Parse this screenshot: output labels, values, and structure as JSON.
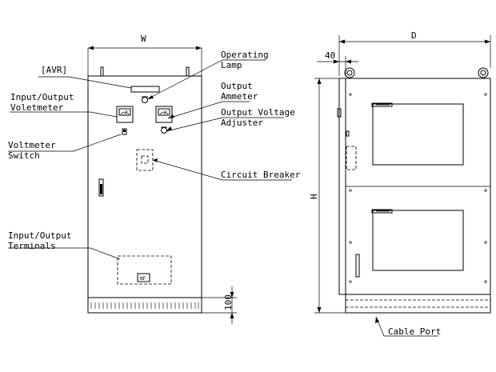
{
  "front_view": {
    "dim_width": "W",
    "dim_base": "100",
    "labels": {
      "avr": "[AVR]",
      "io_voltmeter_1": "Input/Output",
      "io_voltmeter_2": "Voletmeter",
      "voltmeter_switch_1": "Voltmeter",
      "voltmeter_switch_2": "Switch",
      "io_terminals_1": "Input/Output",
      "io_terminals_2": "Terminals",
      "operating_lamp_1": "Operating",
      "operating_lamp_2": "Lamp",
      "output_ammeter_1": "Output",
      "output_ammeter_2": "Ammeter",
      "output_voltage_adjuster_1": "Output Voltage",
      "output_voltage_adjuster_2": "Adjuster",
      "circuit_breaker": "Circuit Breaker",
      "nf_tag": "NF"
    }
  },
  "side_view": {
    "dim_depth": "D",
    "dim_offset": "40",
    "dim_height": "H",
    "labels": {
      "cable_port": "Cable Port"
    }
  }
}
